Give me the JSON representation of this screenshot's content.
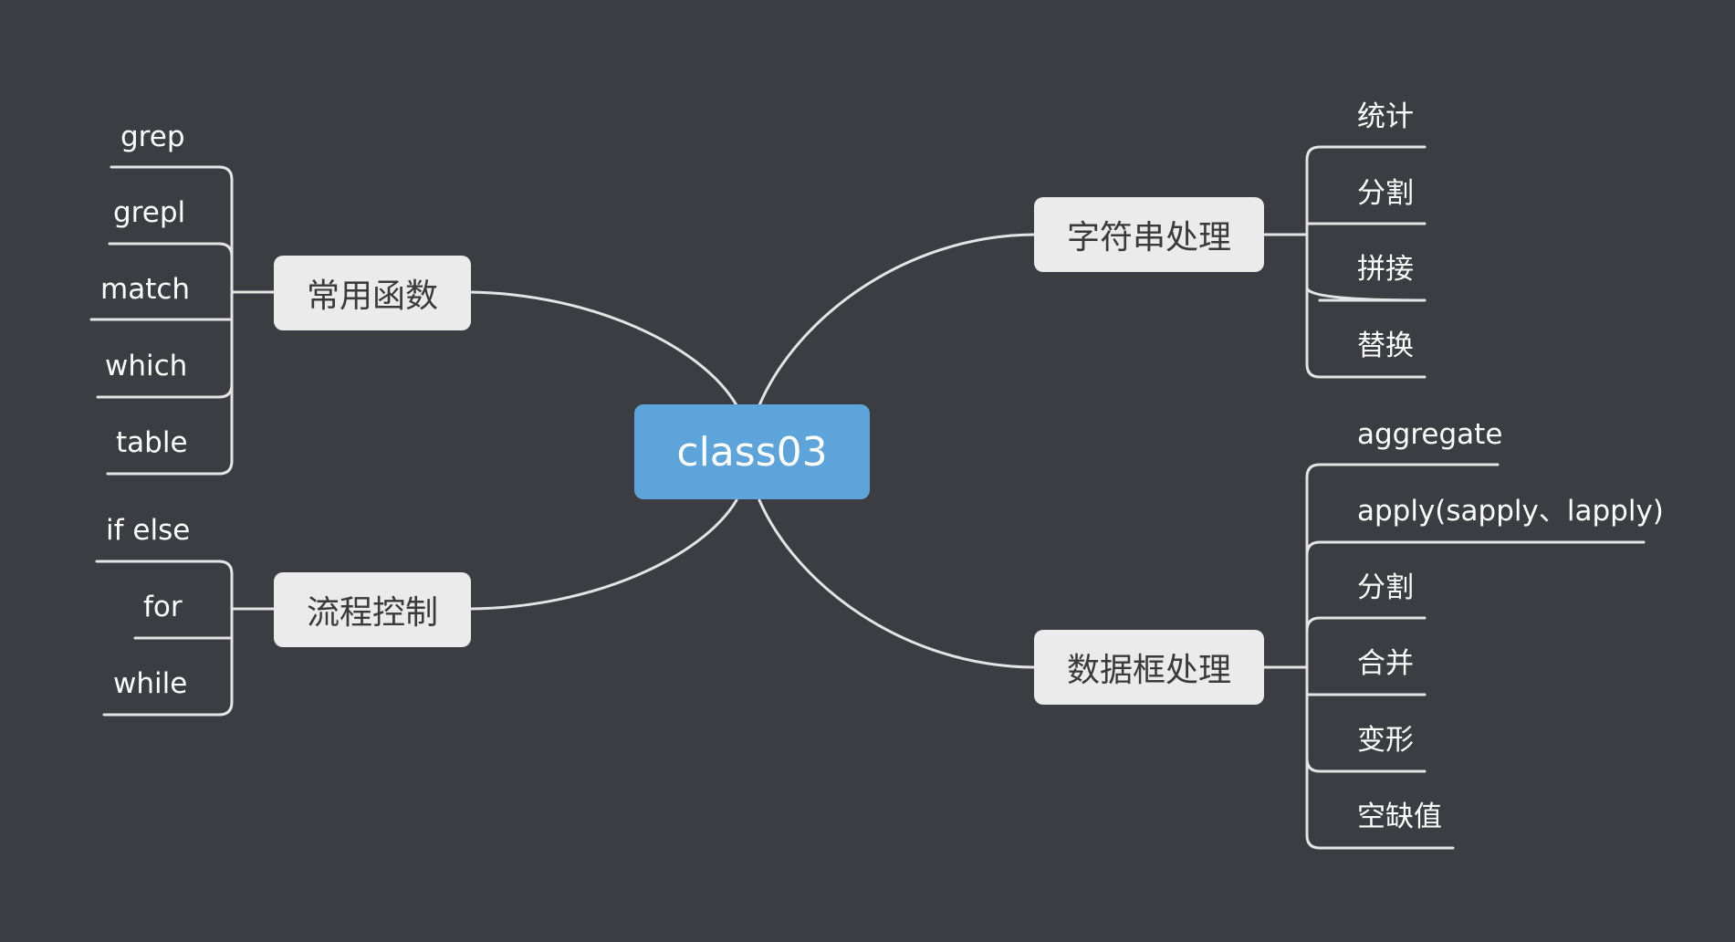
{
  "center": {
    "label": "class03",
    "color": "#5da4da"
  },
  "line_color": "#e4e4e4",
  "background": "#3b3d42",
  "branches": {
    "common_functions": {
      "label": "常用函数",
      "children": [
        "grep",
        "grepl",
        "match",
        "which",
        "table"
      ]
    },
    "flow_control": {
      "label": "流程控制",
      "children": [
        "if else",
        "for",
        "while"
      ]
    },
    "string_processing": {
      "label": "字符串处理",
      "children": [
        "统计",
        "分割",
        "拼接",
        "替换"
      ]
    },
    "dataframe_processing": {
      "label": "数据框处理",
      "children": [
        "aggregate",
        "apply(sapply、lapply)",
        "分割",
        "合并",
        "变形",
        "空缺值"
      ]
    }
  }
}
